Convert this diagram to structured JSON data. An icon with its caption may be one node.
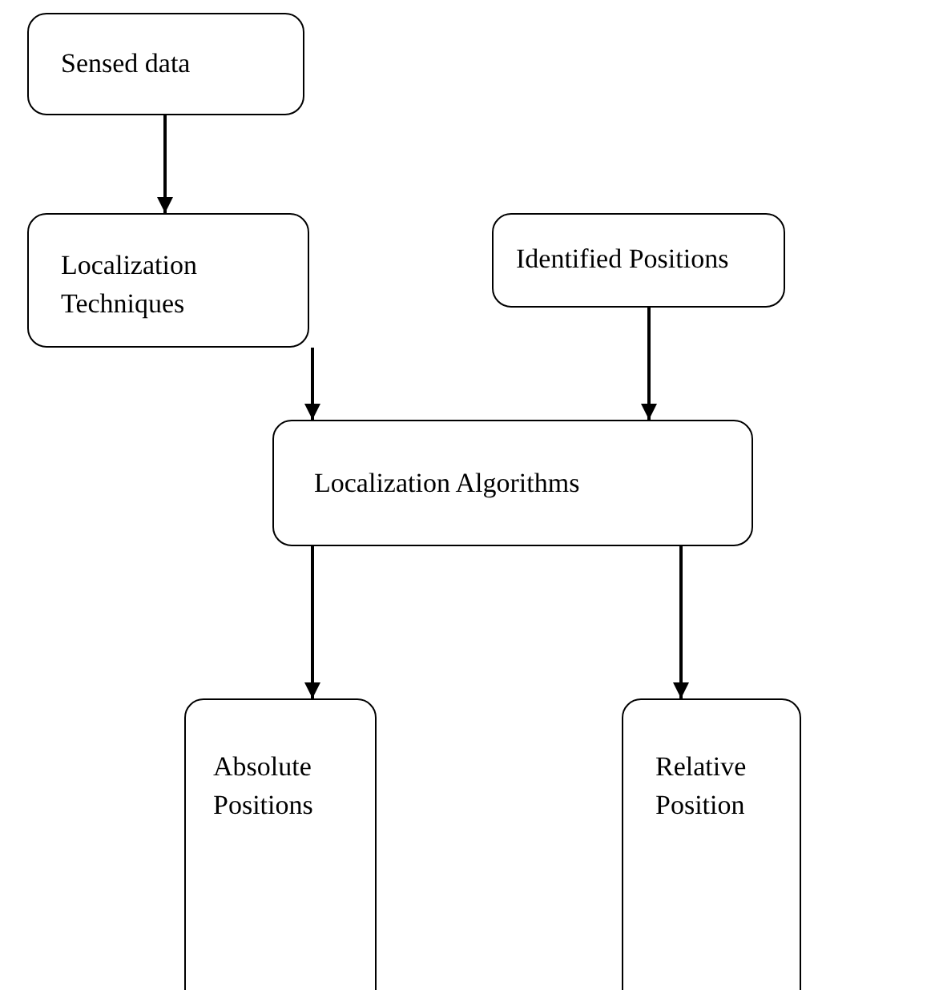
{
  "diagram": {
    "nodes": [
      {
        "text": [
          "Sensed data"
        ]
      },
      {
        "text": [
          "Localization Techniques"
        ]
      },
      {
        "text": [
          "Identified Positions"
        ]
      },
      {
        "text": [
          "Localization Algorithms"
        ]
      },
      {
        "text": [
          "Absolute Positions"
        ]
      },
      {
        "text": [
          "Relative Position"
        ]
      }
    ],
    "edges": [
      {
        "from": 0,
        "to": 1,
        "arrow": "to"
      },
      {
        "from": 1,
        "to": 3,
        "arrow": "to"
      },
      {
        "from": 2,
        "to": 3,
        "arrow": "to"
      },
      {
        "from": 3,
        "to": 4,
        "arrow": "to"
      },
      {
        "from": 3,
        "to": 5,
        "arrow": "to"
      }
    ]
  }
}
